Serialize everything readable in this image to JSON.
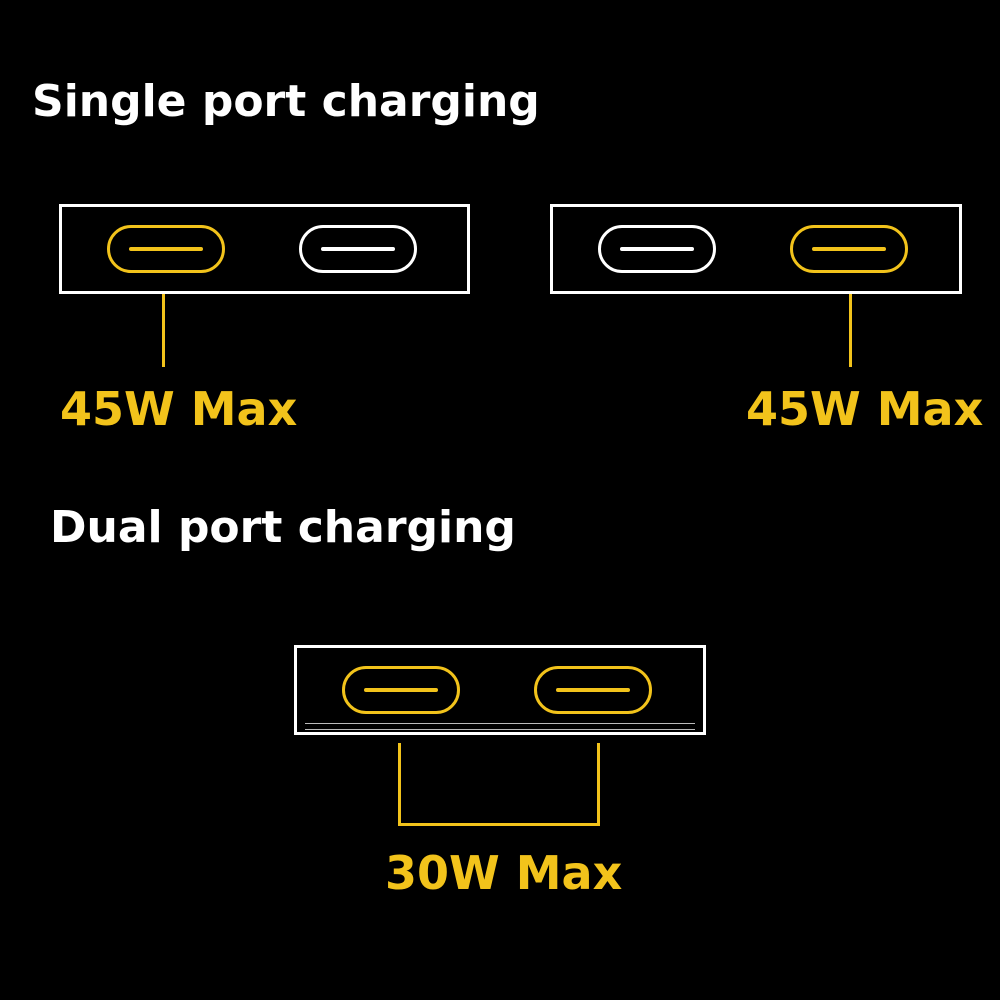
{
  "single": {
    "heading": "Single port charging",
    "left_label": "45W Max",
    "right_label": "45W Max"
  },
  "dual": {
    "heading": "Dual port charging",
    "label": "30W Max"
  },
  "colors": {
    "background": "#000000",
    "outline": "#ffffff",
    "highlight": "#f2c31b"
  },
  "icons": {
    "port": "usb-c-port-icon"
  },
  "ports": {
    "single_left_panel": [
      "active",
      "inactive"
    ],
    "single_right_panel": [
      "inactive",
      "active"
    ],
    "dual_panel": [
      "active",
      "active"
    ]
  }
}
